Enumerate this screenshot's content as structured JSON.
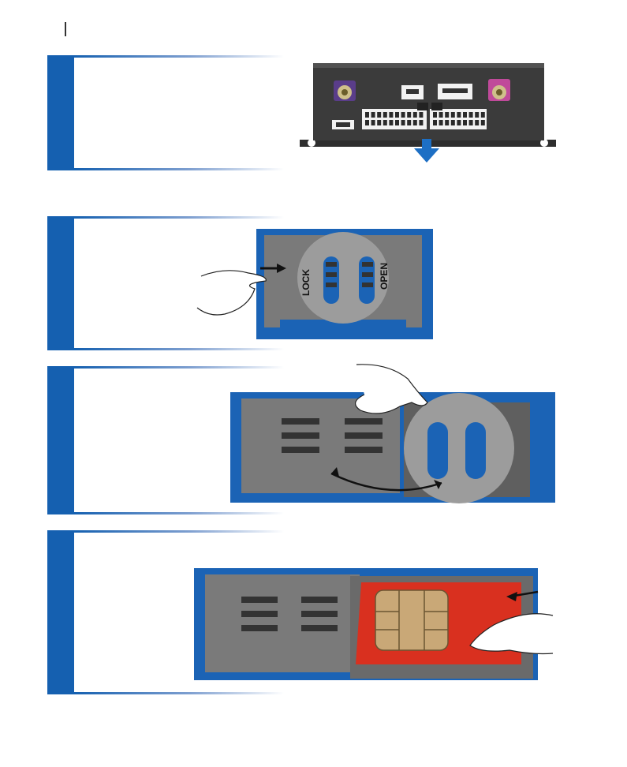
{
  "page": {
    "marker": ""
  },
  "steps": [
    {
      "id": 1,
      "text": ""
    },
    {
      "id": 2,
      "text": ""
    },
    {
      "id": 3,
      "text": ""
    },
    {
      "id": 4,
      "text": ""
    }
  ],
  "figures": {
    "holder_labels": {
      "lock": "LOCK",
      "open": "OPEN"
    }
  },
  "colors": {
    "accent_blue": "#1560b0",
    "device_body": "#3a3a3a",
    "sim_card": "#d9301f",
    "chip_gold": "#c9a877",
    "holder_gray": "#8a8a8a",
    "connector_purple": "#5a3d8a",
    "connector_pink": "#c04a9a"
  }
}
